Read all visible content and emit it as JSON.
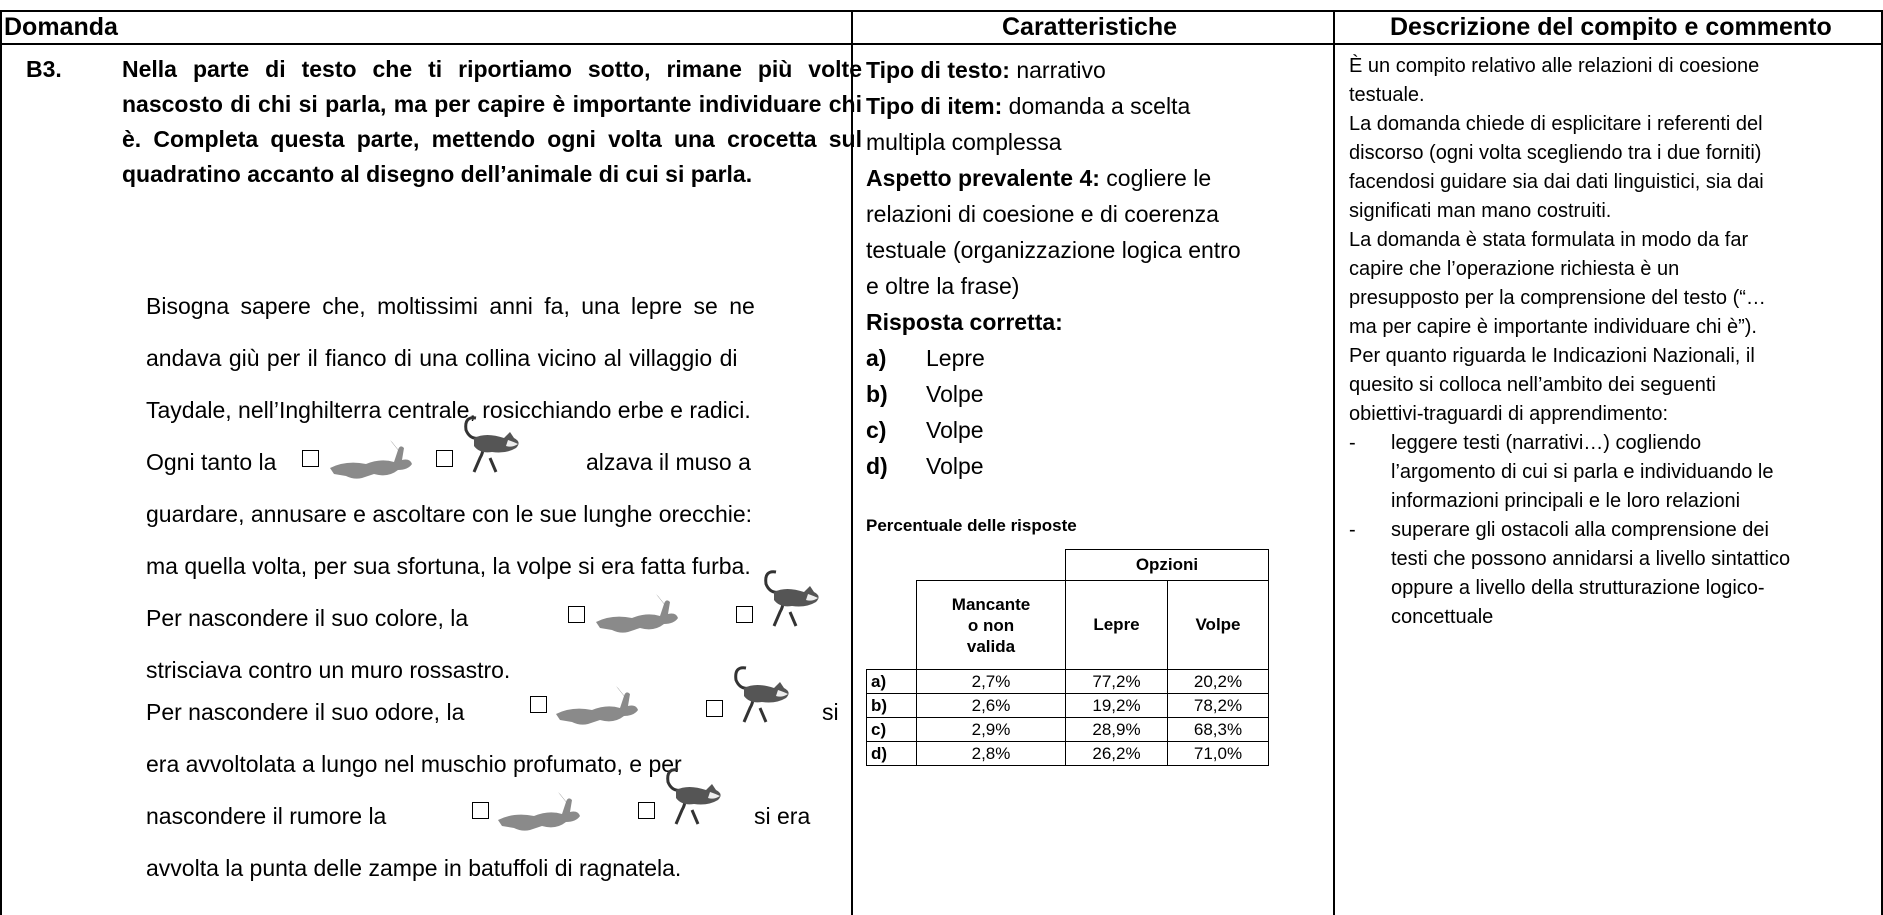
{
  "headers": {
    "domanda": "Domanda",
    "caratteristiche": "Caratteristiche",
    "descrizione": "Descrizione del compito e commento"
  },
  "question": {
    "number": "B3.",
    "text": "Nella parte di testo che ti riportiamo sotto, rimane più volte nascosto di chi si parla, ma per capire è importante individuare chi è. Completa questa parte, mettendo ogni volta una crocetta sul quadratino accanto al disegno dell’animale di cui si parla."
  },
  "story": {
    "line1": "Bisogna sapere che, moltissimi anni fa, una lepre se ne",
    "line2": "andava giù per il fianco di una collina vicino al villaggio di",
    "line3": "Taydale, nell’Inghilterra centrale, rosicchiando erbe e radici.",
    "line4a": "Ogni tanto la",
    "line4b": "alzava il muso a",
    "line5": "guardare, annusare e ascoltare con le sue lunghe orecchie:",
    "line6": "ma quella volta, per sua sfortuna, la volpe si era fatta furba.",
    "line7": "Per nascondere il suo colore, la",
    "line8": "strisciava contro un muro rossastro.",
    "line9a": "Per nascondere il suo odore, la",
    "line9b": "si",
    "line10": "era avvoltolata a lungo nel muschio profumato, e per",
    "line11a": "nascondere il rumore la",
    "line11b": "si era",
    "line12": "avvolta la punta delle zampe in batuffoli di ragnatela."
  },
  "icons": {
    "hare": "hare-icon",
    "fox": "fox-icon",
    "checkbox": "checkbox-square"
  },
  "caratteristiche": {
    "tipo_testo_label": "Tipo di testo:",
    "tipo_testo_value": " narrativo",
    "tipo_item_label": "Tipo di item:",
    "tipo_item_value": " domanda a scelta",
    "tipo_item_value2": "multipla complessa",
    "aspetto_label": "Aspetto prevalente 4:",
    "aspetto_value": " cogliere le",
    "aspetto_l2": "relazioni di coesione e di coerenza",
    "aspetto_l3": "testuale (organizzazione logica entro",
    "aspetto_l4": "e oltre la frase)",
    "risposta_label": "Risposta corretta:",
    "answers": [
      {
        "letter": "a)",
        "value": "Lepre"
      },
      {
        "letter": "b)",
        "value": "Volpe"
      },
      {
        "letter": "c)",
        "value": "Volpe"
      },
      {
        "letter": "d)",
        "value": "Volpe"
      }
    ]
  },
  "percentuali": {
    "title": "Percentuale delle risposte",
    "opzioni_header": "Opzioni",
    "col_mancante_1": "Mancante",
    "col_mancante_2": "o non",
    "col_mancante_3": "valida",
    "col_lepre": "Lepre",
    "col_volpe": "Volpe",
    "rows": [
      {
        "label": "a)",
        "mancante": "2,7%",
        "lepre": "77,2%",
        "volpe": "20,2%"
      },
      {
        "label": "b)",
        "mancante": "2,6%",
        "lepre": "19,2%",
        "volpe": "78,2%"
      },
      {
        "label": "c)",
        "mancante": "2,9%",
        "lepre": "28,9%",
        "volpe": "68,3%"
      },
      {
        "label": "d)",
        "mancante": "2,8%",
        "lepre": "26,2%",
        "volpe": "71,0%"
      }
    ]
  },
  "descrizione": {
    "l1": "È un compito relativo alle relazioni di coesione",
    "l2": "testuale.",
    "l3": "La domanda chiede di esplicitare i referenti del",
    "l4": "discorso (ogni volta scegliendo tra i due forniti)",
    "l5": "facendosi guidare sia dai dati linguistici, sia dai",
    "l6": "significati man mano costruiti.",
    "l7": "La domanda è stata formulata in modo da far",
    "l8": "capire che l’operazione richiesta è un",
    "l9": "presupposto per la comprensione del testo (“…",
    "l10": "ma per capire è importante individuare chi è”).",
    "l11": "Per quanto riguarda le Indicazioni Nazionali, il",
    "l12": "quesito si colloca nell’ambito dei seguenti",
    "l13": "obiettivi-traguardi di apprendimento:",
    "bullet_dash": "-",
    "b1_l1": "leggere testi (narrativi…) cogliendo",
    "b1_l2": "l’argomento di cui si parla e individuando le",
    "b1_l3": "informazioni principali e le loro relazioni",
    "b2_l1": "superare gli ostacoli alla comprensione dei",
    "b2_l2": "testi che possono annidarsi a livello sintattico",
    "b2_l3": "oppure a livello della strutturazione logico-",
    "b2_l4": "concettuale"
  }
}
